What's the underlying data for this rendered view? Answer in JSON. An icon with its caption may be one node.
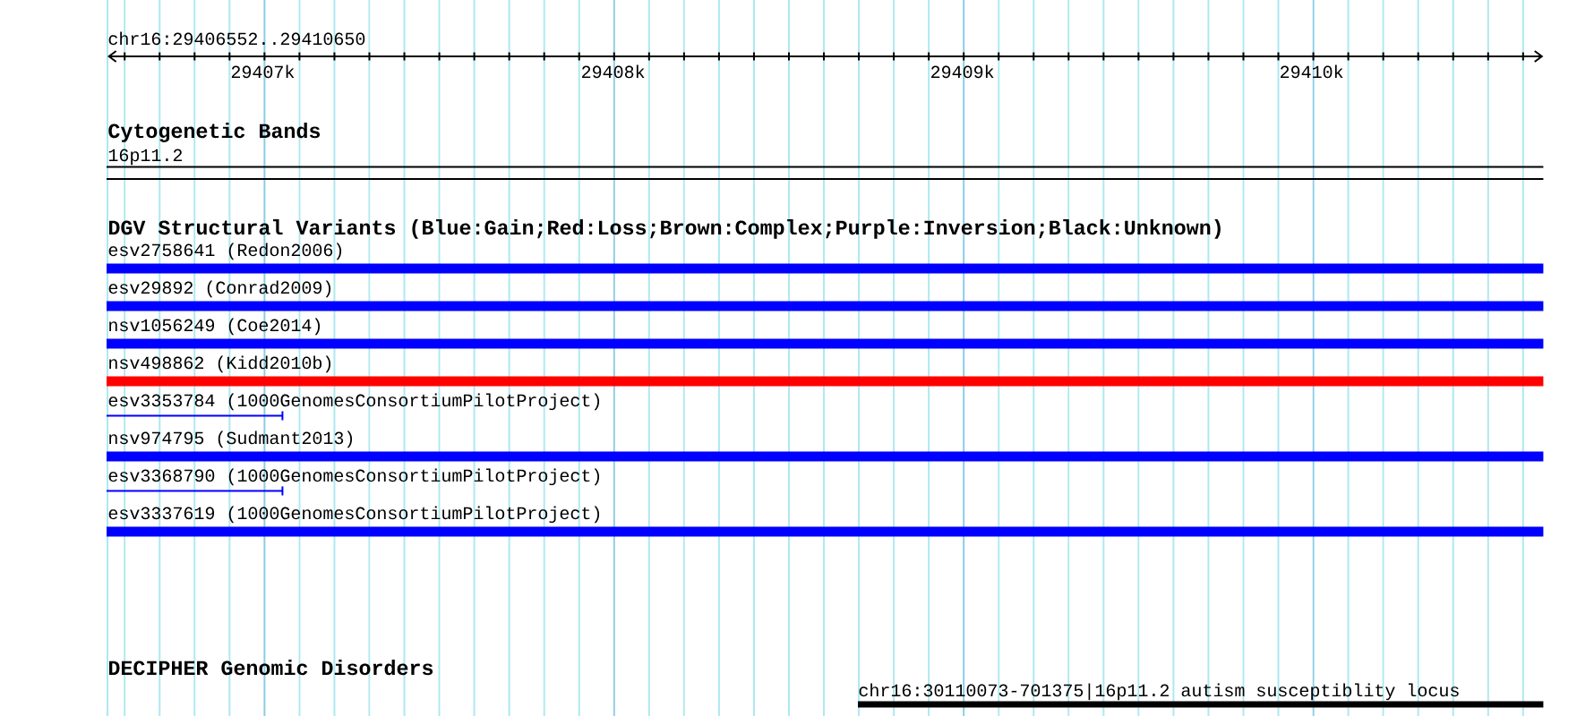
{
  "diagram": {
    "nodes": [
      {
        "text": [
          "16p11.2"
        ]
      },
      {
        "text": [
          "esv2758641 (Redon2006)"
        ]
      },
      {
        "text": [
          "esv29892 (Conrad2009)"
        ]
      },
      {
        "text": [
          "nsv1056249 (Coe2014)"
        ]
      },
      {
        "text": [
          "nsv498862 (Kidd2010b)"
        ]
      },
      {
        "text": [
          "esv3353784 (1000GenomesConsortiumPilotProject)"
        ]
      },
      {
        "text": [
          "nsv974795 (Sudmant2013)"
        ]
      },
      {
        "text": [
          "esv3368790 (1000GenomesConsortiumPilotProject)"
        ]
      },
      {
        "text": [
          "esv3337619 (1000GenomesConsortiumPilotProject)"
        ]
      },
      {
        "text": [
          "chr16:30110073-701375|16p11.2 autism susceptiblity locus"
        ]
      }
    ],
    "labels": [
      "chr16:29406552..29410650",
      "29407k",
      "29408k",
      "29409k",
      "29410k",
      "Cytogenetic Bands",
      "DGV Structural Variants (Blue:Gain;Red:Loss;Brown:Complex;Purple:Inversion;Black:Unknown)",
      "DECIPHER Genomic Disorders"
    ]
  }
}
